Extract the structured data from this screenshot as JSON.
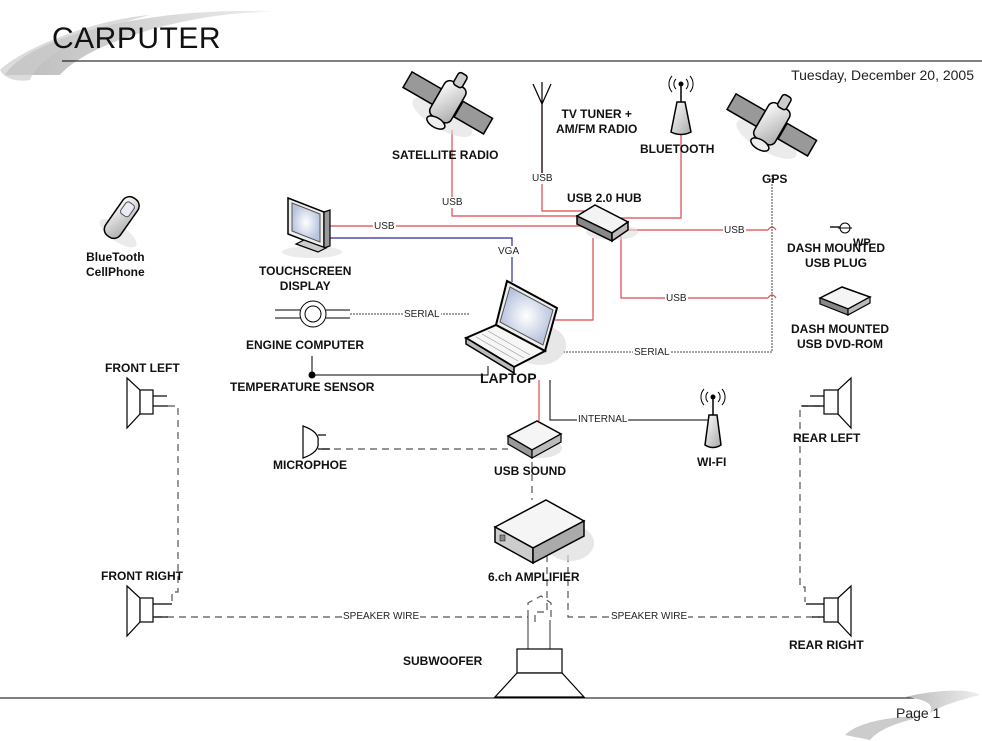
{
  "header": {
    "title": "CARPUTER",
    "date": "Tuesday, December 20, 2005"
  },
  "footer": {
    "page": "Page 1"
  },
  "colors": {
    "usb": "#e0474c",
    "vga": "#2b2b9a",
    "serial": "#444444",
    "speaker": "#555555",
    "line": "#000000"
  },
  "components": {
    "satellite_radio": {
      "label": "SATELLITE RADIO",
      "icon": "satellite-icon"
    },
    "tv_tuner": {
      "label_line1": "TV TUNER +",
      "label_line2": "AM/FM RADIO",
      "icon": "antenna-icon"
    },
    "bluetooth": {
      "label": "BLUETOOTH",
      "icon": "wireless-antenna-icon"
    },
    "gps": {
      "label": "GPS",
      "icon": "satellite-icon"
    },
    "usb_hub": {
      "label": "USB 2.0 HUB",
      "icon": "hub-icon"
    },
    "cellphone": {
      "label_line1": "BlueTooth",
      "label_line2": "CellPhone",
      "icon": "cellphone-icon"
    },
    "touchscreen": {
      "label_line1": "TOUCHSCREEN",
      "label_line2": "DISPLAY",
      "icon": "monitor-icon"
    },
    "usb_plug": {
      "overlay": "WP",
      "label_line1": "DASH MOUNTED",
      "label_line2": "USB PLUG",
      "icon": "plug-icon"
    },
    "dvd_rom": {
      "label_line1": "DASH MOUNTED",
      "label_line2": "USB DVD-ROM",
      "icon": "drive-icon"
    },
    "engine_computer": {
      "label": "ENGINE COMPUTER",
      "icon": "engine-computer-icon"
    },
    "temperature_sensor": {
      "label": "TEMPERATURE SENSOR",
      "icon": "sensor-icon"
    },
    "laptop": {
      "label": "LAPTOP",
      "icon": "laptop-icon"
    },
    "wifi": {
      "label": "WI-FI",
      "icon": "wireless-antenna-icon"
    },
    "microphone": {
      "label": "MICROPHOE",
      "icon": "microphone-icon"
    },
    "usb_sound": {
      "label": "USB SOUND",
      "icon": "sound-box-icon"
    },
    "amplifier": {
      "label": "6.ch AMPLIFIER",
      "icon": "amplifier-icon"
    },
    "subwoofer": {
      "label": "SUBWOOFER",
      "icon": "subwoofer-icon"
    },
    "front_left": {
      "label": "FRONT LEFT",
      "icon": "speaker-icon"
    },
    "front_right": {
      "label": "FRONT RIGHT",
      "icon": "speaker-icon"
    },
    "rear_left": {
      "label": "REAR LEFT",
      "icon": "speaker-icon"
    },
    "rear_right": {
      "label": "REAR RIGHT",
      "icon": "speaker-icon"
    }
  },
  "connections": {
    "usb": "USB",
    "vga": "VGA",
    "serial": "SERIAL",
    "internal": "INTERNAL",
    "speaker_wire": "SPEAKER WIRE"
  }
}
